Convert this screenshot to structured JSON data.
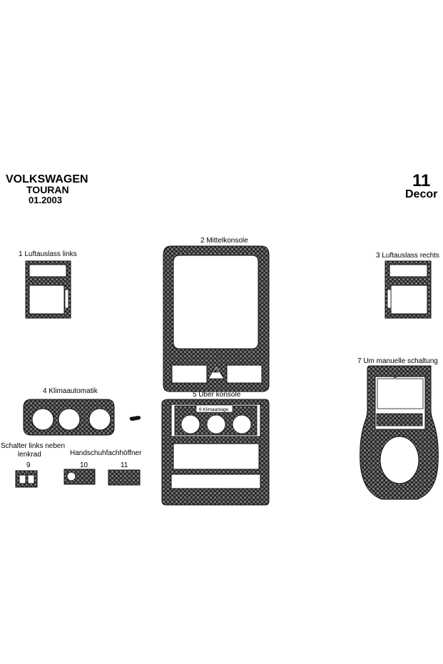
{
  "header": {
    "brand": "VOLKSWAGEN",
    "model": "TOURAN",
    "date": "01.2003",
    "set_number": "11",
    "set_name": "Decor"
  },
  "parts": [
    {
      "id": "1",
      "label": "1  Luftauslass links"
    },
    {
      "id": "2",
      "label": "2  Mittelkonsole"
    },
    {
      "id": "3",
      "label": "3  Luftauslass rechts"
    },
    {
      "id": "4",
      "label": "4  Klimaautomatik"
    },
    {
      "id": "5",
      "label": "5  Über konsole"
    },
    {
      "id": "6",
      "label": "6 Klimaanlage"
    },
    {
      "id": "7",
      "label": "7  Um manuelle schaltung"
    },
    {
      "id": "8",
      "label": "8"
    },
    {
      "id": "9",
      "label_line1": "Schalter links neben",
      "label_line2": "lenkrad",
      "number": "9"
    },
    {
      "id": "10",
      "label": "Handschuhfachhöffner",
      "number": "10"
    },
    {
      "id": "11",
      "number": "11"
    }
  ],
  "colors": {
    "carbon_dark": "#2a2a2a",
    "carbon_light": "#6e6e6e",
    "outline": "#111111",
    "background": "#ffffff"
  }
}
